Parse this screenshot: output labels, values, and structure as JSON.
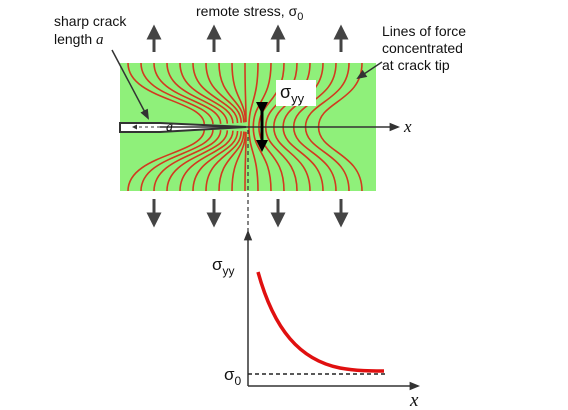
{
  "diagram": {
    "top_label": {
      "text": "remote stress, ",
      "sigma": "σ",
      "sub": "0"
    },
    "left_label": {
      "line1": "sharp crack",
      "line2_prefix": "length ",
      "line2_var": "a"
    },
    "right_label": {
      "line1": "Lines of force",
      "line2": "concentrated",
      "line3": "at crack tip"
    },
    "crack_var": "a",
    "x_axis_var": "x",
    "sigma_yy": {
      "sigma": "σ",
      "sub": "yy"
    },
    "colors": {
      "plate": "#8ff07a",
      "force_lines": "#d23a1f",
      "curve": "#e01010",
      "arrows": "#444444",
      "axis": "#333333"
    },
    "icons": [
      "stress-arrow-up",
      "stress-arrow-down",
      "double-arrow-icon"
    ]
  },
  "graph": {
    "y_label": {
      "sigma": "σ",
      "sub": "yy"
    },
    "baseline_label": {
      "sigma": "σ",
      "sub": "0"
    },
    "x_label": "x"
  }
}
